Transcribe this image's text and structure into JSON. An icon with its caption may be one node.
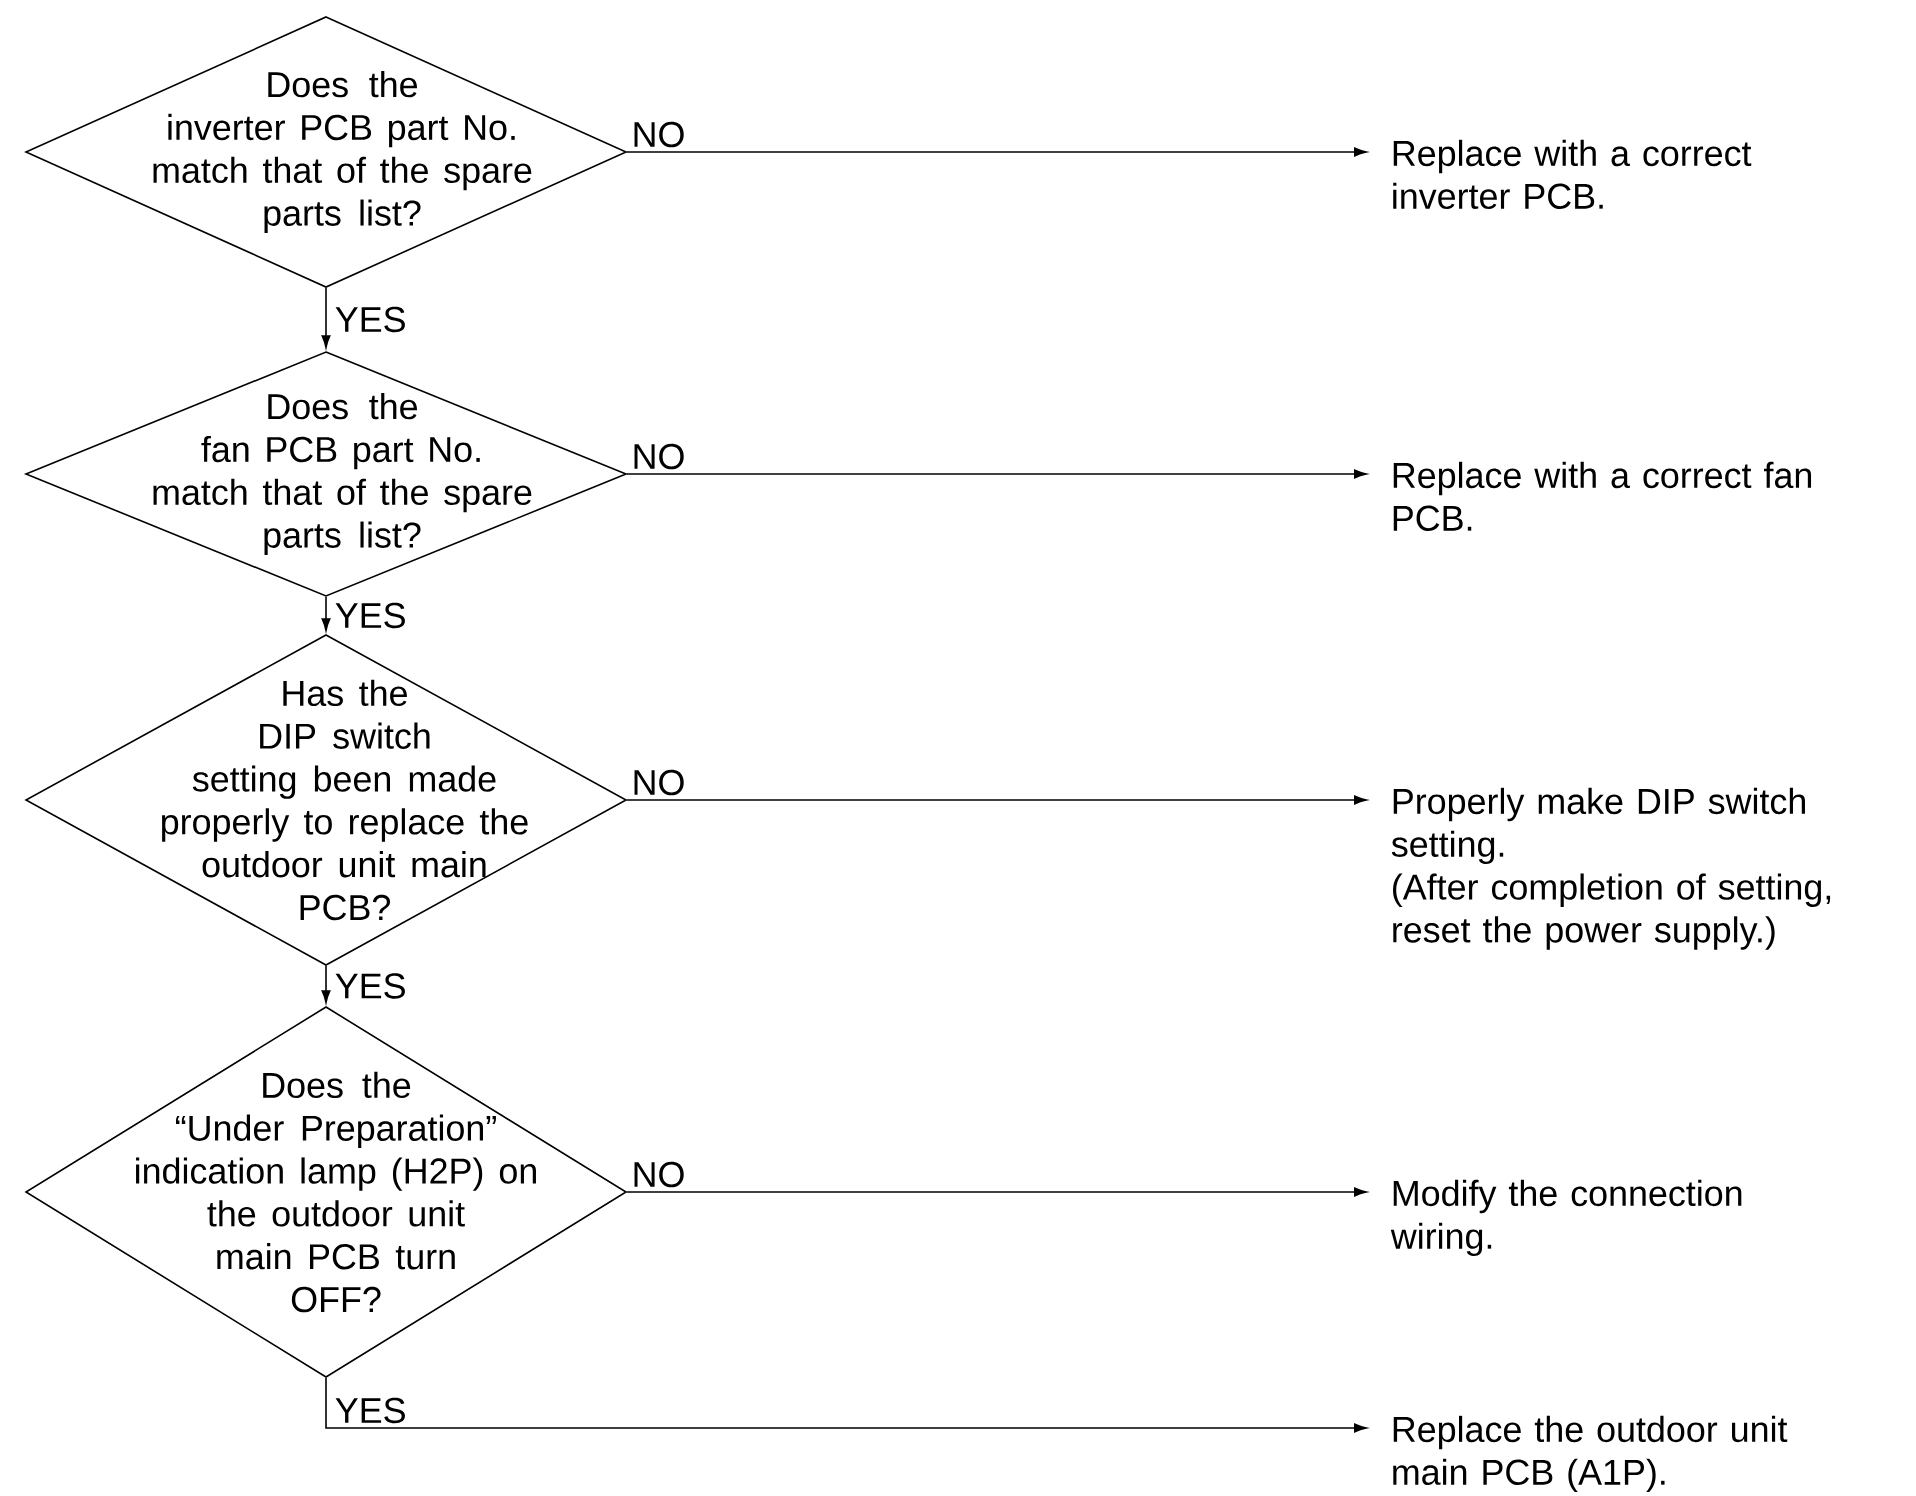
{
  "diagram": {
    "nodes": [
      {
        "text": [
          "Does the inverter PCB part No. match that of the spare parts list?"
        ]
      },
      {
        "text": [
          "Replace with a correct inverter PCB."
        ]
      },
      {
        "text": [
          "Does the fan PCB part No. match that of the spare parts list?"
        ]
      },
      {
        "text": [
          "Replace with a correct fan PCB."
        ]
      },
      {
        "text": [
          "Has the DIP switch setting been made properly to replace the outdoor unit main PCB?"
        ]
      },
      {
        "text": [
          "Properly make DIP switch setting.",
          "(After completion of setting, reset the power supply.)"
        ]
      },
      {
        "text": [
          "Does the “Under Preparation” indication lamp (H2P) on the outdoor unit main PCB turn OFF?"
        ]
      },
      {
        "text": [
          "Modify the connection wiring."
        ]
      },
      {
        "text": [
          "Replace the outdoor unit main PCB (A1P)."
        ]
      }
    ],
    "edges": [
      {
        "from": 0,
        "to": 1,
        "arrow": "to",
        "label": "NO"
      },
      {
        "from": 0,
        "to": 2,
        "arrow": "to",
        "label": "YES"
      },
      {
        "from": 2,
        "to": 3,
        "arrow": "to",
        "label": "NO"
      },
      {
        "from": 2,
        "to": 4,
        "arrow": "to",
        "label": "YES"
      },
      {
        "from": 4,
        "to": 5,
        "arrow": "to",
        "label": "NO"
      },
      {
        "from": 4,
        "to": 6,
        "arrow": "to",
        "label": "YES"
      },
      {
        "from": 6,
        "to": 7,
        "arrow": "to",
        "label": "NO"
      },
      {
        "from": 6,
        "to": 8,
        "arrow": "to",
        "label": "YES"
      }
    ]
  }
}
